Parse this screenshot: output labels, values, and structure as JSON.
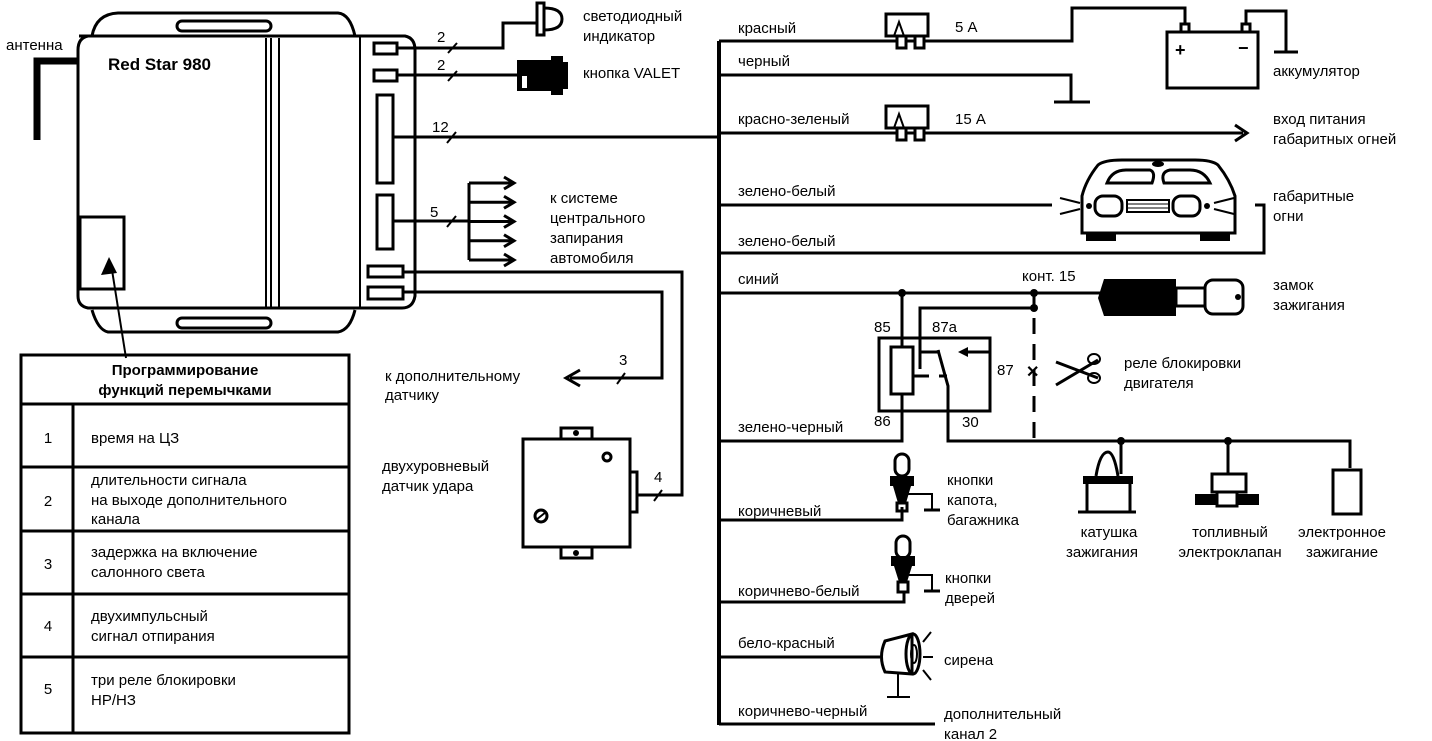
{
  "unit": {
    "title": "Red Star 980",
    "antenna_label": "антенна"
  },
  "jumper_table": {
    "title_line1": "Программирование",
    "title_line2": "функций перемычками",
    "rows": [
      {
        "num": "1",
        "lines": [
          "время на ЦЗ"
        ]
      },
      {
        "num": "2",
        "lines": [
          "длительности сигнала",
          "на выходе дополнительного",
          "канала"
        ]
      },
      {
        "num": "3",
        "lines": [
          "задержка на включение",
          "салонного света"
        ]
      },
      {
        "num": "4",
        "lines": [
          "двухимпульсный",
          "сигнал отпирания"
        ]
      },
      {
        "num": "5",
        "lines": [
          "три реле блокировки",
          "НР/НЗ"
        ]
      }
    ]
  },
  "connectors": {
    "led": {
      "wires": "2",
      "line1": "светодиодный",
      "line2": "индикатор"
    },
    "valet": {
      "wires": "2",
      "label": "кнопка VALET"
    },
    "main": {
      "wires": "12"
    },
    "central_lock": {
      "wires": "5",
      "lines": [
        "к системе",
        "центрального",
        "запирания",
        "автомобиля"
      ]
    },
    "aux_sensor": {
      "wires": "3",
      "line1": "к дополнительному",
      "line2": "датчику"
    },
    "shock_sensor": {
      "wires": "4",
      "line1": "двухуровневый",
      "line2": "датчик удара"
    }
  },
  "wires": {
    "red": "красный",
    "black": "черный",
    "red_green": "красно-зеленый",
    "green_white_1": "зелено-белый",
    "green_white_2": "зелено-белый",
    "blue": "синий",
    "green_black": "зелено-черный",
    "brown": "коричневый",
    "brown_white": "коричнево-белый",
    "white_red": "бело-красный",
    "brown_black": "коричнево-черный"
  },
  "fuses": {
    "fuse1": "5 А",
    "fuse2": "15 А"
  },
  "battery": {
    "label": "аккумулятор",
    "plus": "+",
    "minus": "−"
  },
  "parking_lights_input": {
    "line1": "вход питания",
    "line2": "габаритных огней"
  },
  "parking_lights": {
    "line1": "габаритные",
    "line2": "огни"
  },
  "ignition": {
    "contact": "конт. 15",
    "line1": "замок",
    "line2": "зажигания"
  },
  "relay": {
    "pin85": "85",
    "pin87a": "87a",
    "pin86": "86",
    "pin30": "30",
    "pin87": "87",
    "line1": "реле блокировки",
    "line2": "двигателя"
  },
  "loads": {
    "coil": {
      "line1": "катушка",
      "line2": "зажигания"
    },
    "valve": {
      "line1": "топливный",
      "line2": "электроклапан"
    },
    "electronic": {
      "line1": "электронное",
      "line2": "зажигание"
    }
  },
  "hood_buttons": {
    "line1": "кнопки",
    "line2": "капота,",
    "line3": "багажника"
  },
  "door_buttons": {
    "line1": "кнопки",
    "line2": "дверей"
  },
  "siren": {
    "label": "сирена"
  },
  "aux_channel": {
    "line1": "дополнительный",
    "line2": "канал 2"
  }
}
